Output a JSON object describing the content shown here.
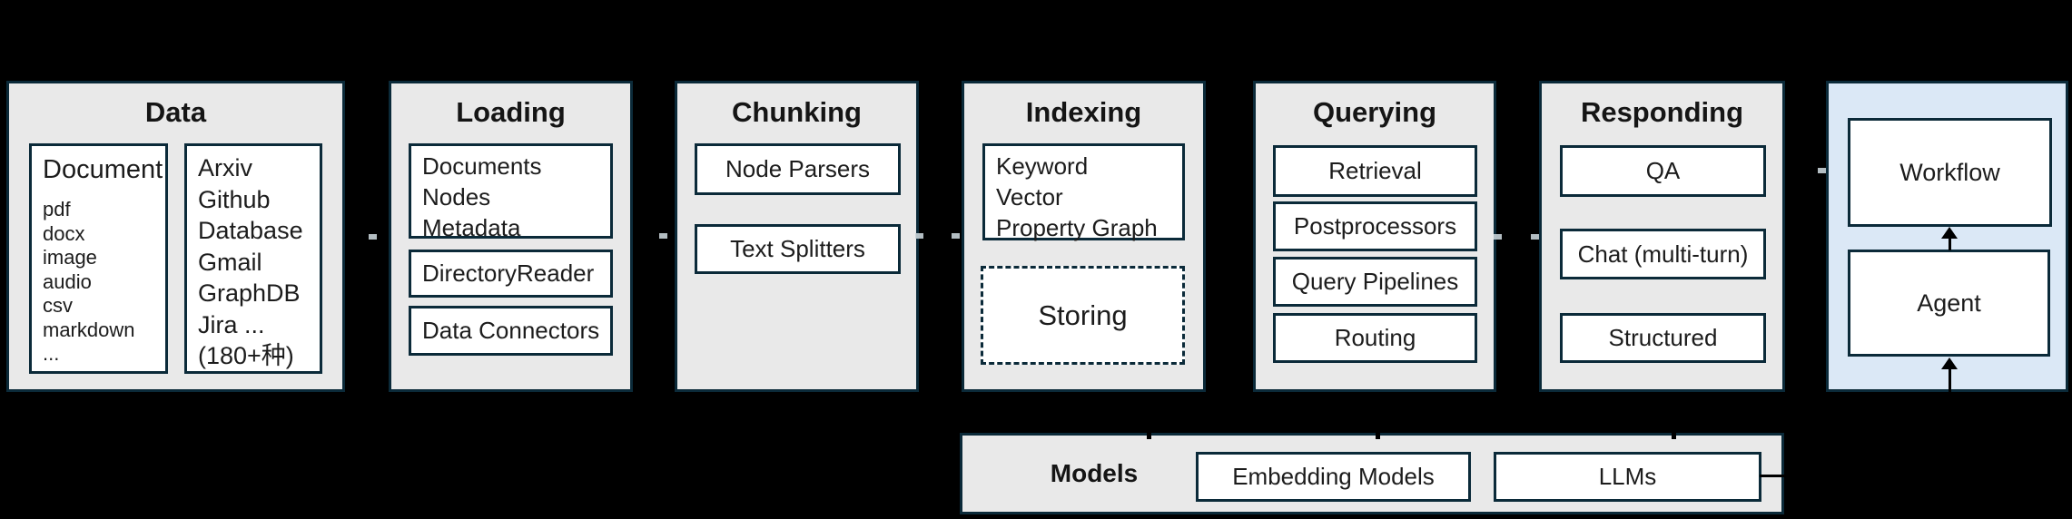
{
  "diagram_title": "RAG framework pipeline diagram",
  "colors": {
    "background": "#000000",
    "panel_fill": "#e9e9e9",
    "panel_border": "#0b2a39",
    "box_fill": "#ffffff",
    "box_border": "#0b2a39",
    "orchestration_panel_fill": "#dbe8f6",
    "text": "#1c1c1c",
    "arrow": "#000000"
  },
  "columns": {
    "data": {
      "title": "Data",
      "document": {
        "heading": "Document",
        "formats": "pdf\ndocx\nimage\naudio\ncsv\nmarkdown\n..."
      },
      "sources": "Arxiv\nGithub\nDatabase\nGmail\nGraphDB\nJira ...\n(180+种)"
    },
    "loading": {
      "title": "Loading",
      "boxes": [
        "Documents\nNodes\nMetadata",
        "DirectoryReader",
        "Data Connectors"
      ]
    },
    "chunking": {
      "title": "Chunking",
      "boxes": [
        "Node Parsers",
        "Text Splitters"
      ]
    },
    "indexing": {
      "title": "Indexing",
      "index_types": "Keyword\nVector\nProperty Graph",
      "storing_label": "Storing"
    },
    "querying": {
      "title": "Querying",
      "boxes": [
        "Retrieval",
        "Postprocessors",
        "Query Pipelines",
        "Routing"
      ]
    },
    "responding": {
      "title": "Responding",
      "boxes": [
        "QA",
        "Chat (multi-turn)",
        "Structured"
      ]
    },
    "orchestration": {
      "workflow_label": "Workflow",
      "agent_label": "Agent"
    }
  },
  "models": {
    "title": "Models",
    "boxes": [
      "Embedding Models",
      "LLMs"
    ]
  },
  "icons": {
    "agent_to_workflow": "arrow-up",
    "into_agent": "arrow-up"
  }
}
